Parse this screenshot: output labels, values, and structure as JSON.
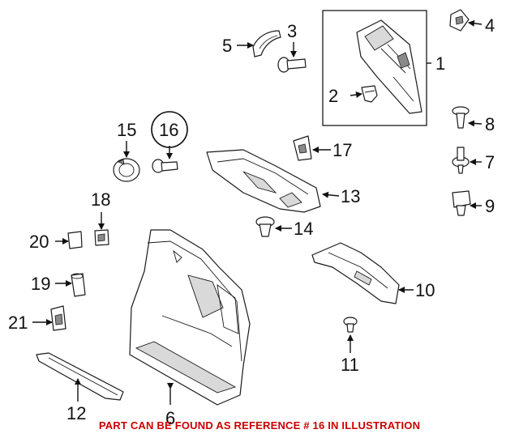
{
  "diagram": {
    "callouts": [
      "1",
      "2",
      "3",
      "4",
      "5",
      "6",
      "7",
      "8",
      "9",
      "10",
      "11",
      "12",
      "13",
      "14",
      "15",
      "16",
      "17",
      "18",
      "19",
      "20",
      "21"
    ],
    "highlighted_reference": "16"
  },
  "footer": {
    "text": "PART CAN BE FOUND AS REFERENCE # 16 IN ILLUSTRATION",
    "color": "#cc0000"
  }
}
